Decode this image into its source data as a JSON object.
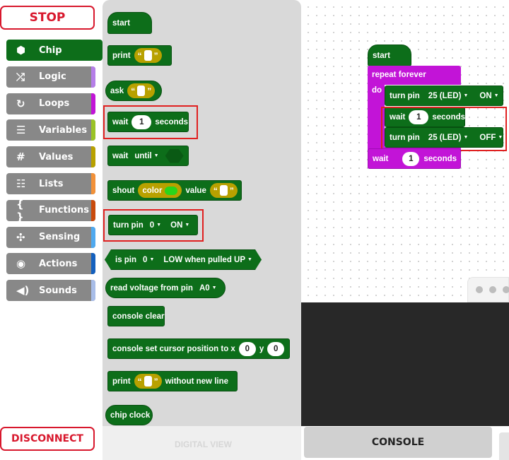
{
  "sidebar": {
    "stop_label": "STOP",
    "disconnect_label": "DISCONNECT",
    "categories": [
      {
        "label": "Chip",
        "icon": "hexagon-icon",
        "glyph": "⬢",
        "color": "#0d6e1a",
        "stripe": "#0d6e1a",
        "selected": true
      },
      {
        "label": "Logic",
        "icon": "shuffle-icon",
        "glyph": "⤮",
        "color": "#888888",
        "stripe": "#b57ee8"
      },
      {
        "label": "Loops",
        "icon": "loop-icon",
        "glyph": "↻",
        "color": "#888888",
        "stripe": "#c214d7"
      },
      {
        "label": "Variables",
        "icon": "variable-box-icon",
        "glyph": "☰",
        "color": "#888888",
        "stripe": "#9ac326"
      },
      {
        "label": "Values",
        "icon": "hash-icon",
        "glyph": "#",
        "color": "#888888",
        "stripe": "#b8a100"
      },
      {
        "label": "Lists",
        "icon": "list-icon",
        "glyph": "☷",
        "color": "#888888",
        "stripe": "#f29139"
      },
      {
        "label": "Functions",
        "icon": "braces-icon",
        "glyph": "{ }",
        "color": "#888888",
        "stripe": "#c94a0c"
      },
      {
        "label": "Sensing",
        "icon": "sensing-icon",
        "glyph": "✣",
        "color": "#888888",
        "stripe": "#4fa9ef"
      },
      {
        "label": "Actions",
        "icon": "target-icon",
        "glyph": "◉",
        "color": "#888888",
        "stripe": "#1460be"
      },
      {
        "label": "Sounds",
        "icon": "speaker-icon",
        "glyph": "◀)",
        "color": "#888888",
        "stripe": "#a8bde8"
      }
    ]
  },
  "flyout": {
    "start": "start",
    "print": "print",
    "ask": "ask",
    "quote_open": "“",
    "quote_close": "”",
    "wait": "wait",
    "wait_value": "1",
    "seconds": "seconds",
    "until": "until",
    "shout": "shout",
    "color": "color",
    "value": "value",
    "turn_pin": "turn pin",
    "pin0": "0",
    "on": "ON",
    "is_pin": "is pin",
    "low_when": "LOW when pulled UP",
    "read_voltage": "read voltage from pin",
    "a0": "A0",
    "console_clear": "console clear",
    "console_cursor": "console set cursor position to x",
    "cursor_x": "0",
    "cursor_y_label": "y",
    "cursor_y": "0",
    "without_new_line": "without new line",
    "chip_clock": "chip clock"
  },
  "workspace": {
    "start": "start",
    "repeat_forever": "repeat forever",
    "do": "do",
    "turn_pin": "turn pin",
    "pin25": "25 (LED)",
    "on": "ON",
    "off": "OFF",
    "wait": "wait",
    "wait_value": "1",
    "seconds": "seconds"
  },
  "tabs": {
    "digital_view": "DIGITAL VIEW",
    "console": "CONSOLE"
  }
}
